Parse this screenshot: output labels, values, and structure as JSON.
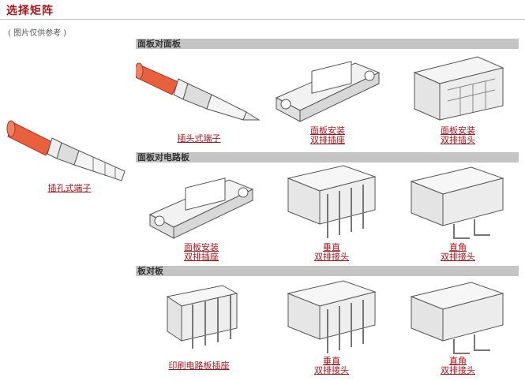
{
  "header": {
    "title": "选择矩阵",
    "note": "( 图片仅供参考 )"
  },
  "sections": {
    "s1": "面板对面板",
    "s2": "面板对电路板",
    "s3": "板对板"
  },
  "items": {
    "female_terminal": "插孔式端子",
    "male_terminal": "插头式端子",
    "panel_receptacle": [
      "面板安装",
      "双排插座"
    ],
    "panel_plug": [
      "面板安装",
      "双排插头"
    ],
    "panel_receptacle_2": [
      "面板安装",
      "双排插座"
    ],
    "vertical_header": [
      "垂直",
      "双排接头"
    ],
    "right_angle_header": [
      "直角",
      "双排接头"
    ],
    "pcb_receptacle": "印刷电路板插座",
    "vertical_header_2": [
      "垂直",
      "双排接头"
    ],
    "right_angle_header_2": [
      "直角",
      "双排接头"
    ]
  },
  "colors": {
    "accent": "#b0121b",
    "bar": "#c4c4c4",
    "cable": "#e8603c"
  }
}
